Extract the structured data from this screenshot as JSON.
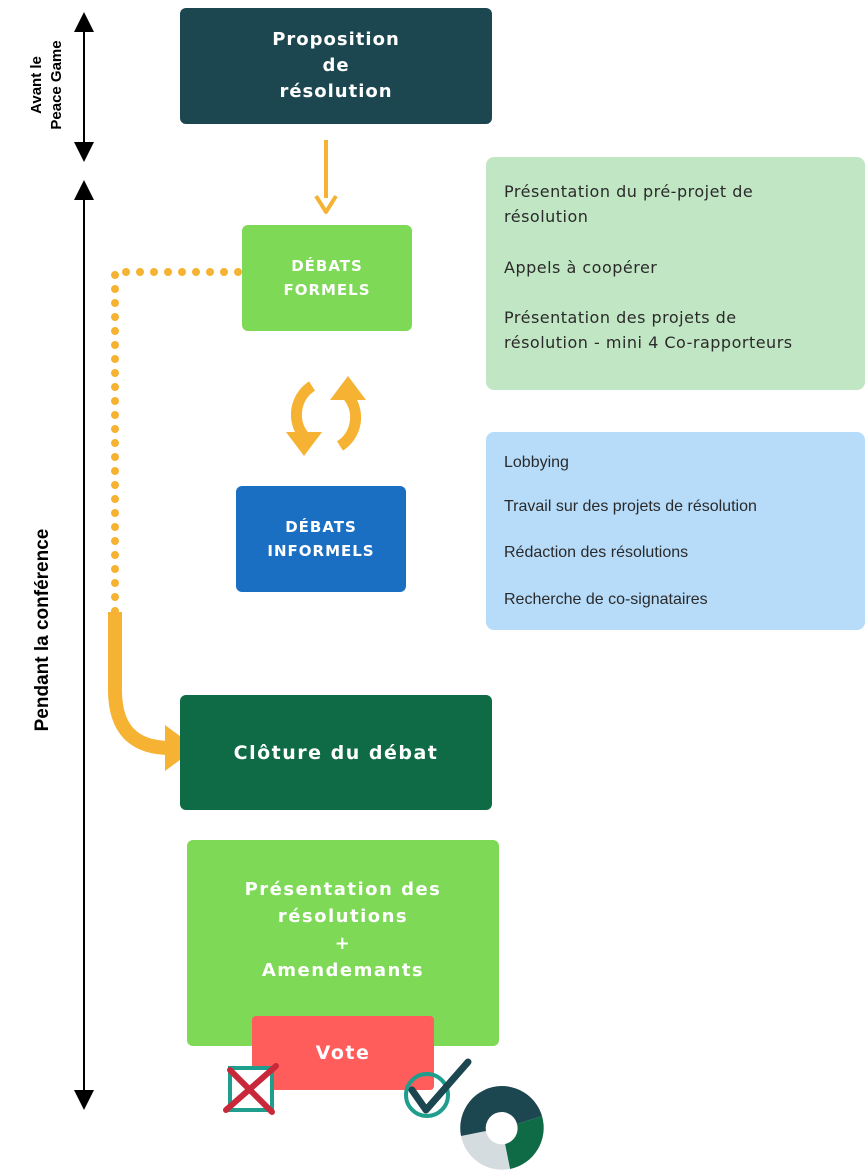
{
  "timeline": {
    "before_label": "Avant le\nPeace Game",
    "during_label": "Pendant la conférence"
  },
  "boxes": {
    "proposition": "Proposition\nde\nrésolution",
    "debats_formels": "DÉBATS\nFORMELS",
    "debats_informels": "DÉBATS\nINFORMELS",
    "cloture": "Clôture du débat",
    "presentation": "Présentation des\nrésolutions\n+\nAmendemants",
    "vote": "Vote"
  },
  "formal_panel": {
    "items": [
      "Présentation du pré-projet de\nrésolution",
      "Appels à coopérer",
      "Présentation des projets de\nrésolution - mini 4 Co-rapporteurs"
    ]
  },
  "informal_panel": {
    "items": [
      "Lobbying",
      "Travail sur des projets de résolution",
      "Rédaction des résolutions",
      "Recherche de co-signataires"
    ]
  },
  "colors": {
    "dark_teal": "#1c4650",
    "light_green": "#7ed957",
    "blue": "#1a6fc2",
    "dark_green": "#0f6b45",
    "red": "#ff5c5c",
    "orange": "#f5b233",
    "panel_green": "#c1e6c4",
    "panel_blue": "#b6dcfa"
  },
  "icons": [
    "cycle-arrows-icon",
    "cross-checkbox-icon",
    "checkmark-circle-icon",
    "donut-chart-icon"
  ]
}
